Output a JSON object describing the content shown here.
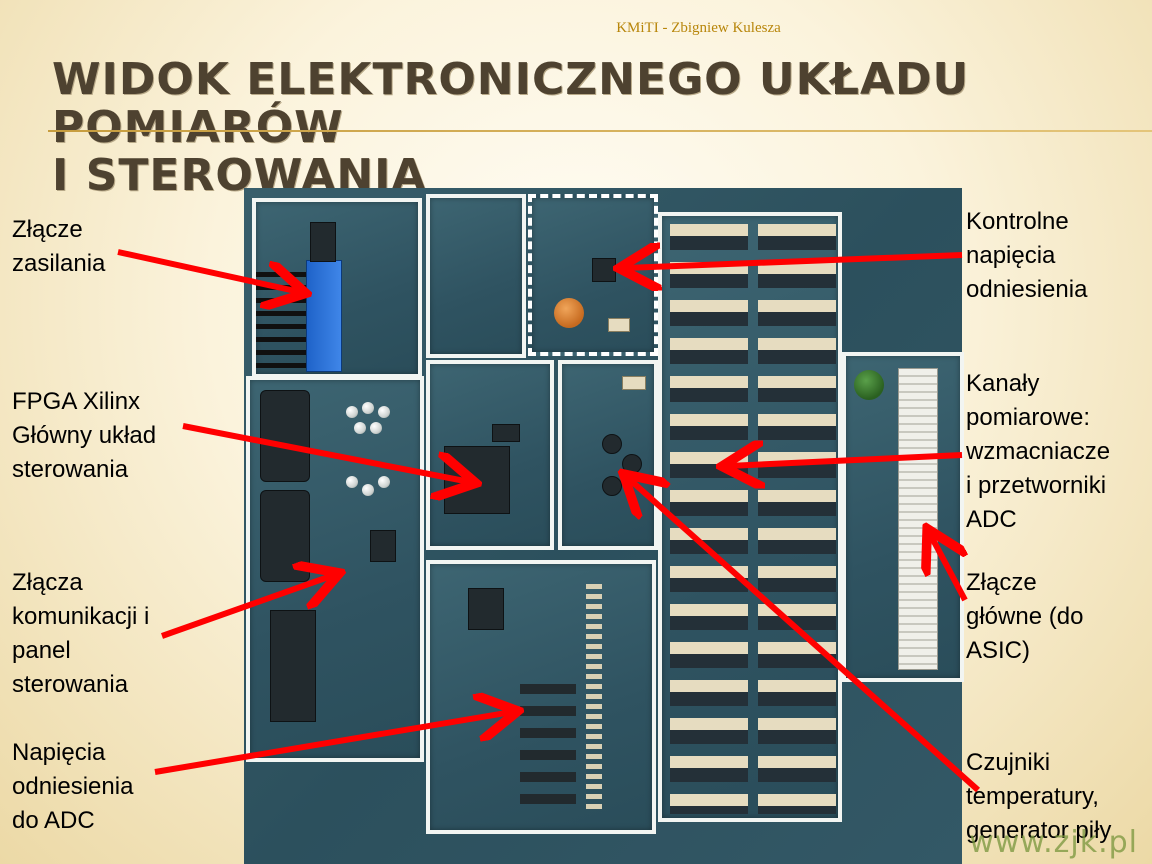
{
  "slide": {
    "header": "KMiTI - Zbigniew Kulesza",
    "title_line1": "Widok elektronicznego układu pomiarów",
    "title_line2": "i sterowania",
    "watermark": "www.zjk.pl"
  },
  "labels": {
    "power_connector": "Złącze\nzasilania",
    "fpga": "FPGA Xilinx\nGłówny układ\nsterowania",
    "comm_connectors": "Złącza\nkomunikacji i\npanel\nsterowania",
    "adc_reference": "Napięcia\nodniesienia\ndo ADC",
    "control_reference": "Kontrolne\nnapięcia\nodniesienia",
    "channels": "Kanały\npomiarowe:\nwzmacniacze\ni przetworniki\nADC",
    "main_connector": "Złącze\ngłówne (do\nASIC)",
    "temp_sensors": "Czujniki\ntemperatury,\ngenerator piły"
  },
  "colors": {
    "arrow": "#ff0000",
    "title": "#4e4230",
    "header": "#b8860b",
    "pcb": "#2f5361"
  }
}
